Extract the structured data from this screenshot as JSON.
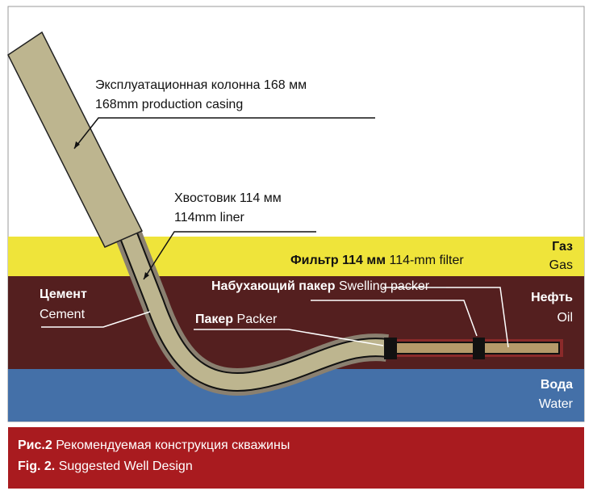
{
  "layers": [
    {
      "name_ru": "Газ",
      "name_en": "Gas",
      "color": "#efe43a"
    },
    {
      "name_ru": "Нефть",
      "name_en": "Oil",
      "color": "#541f1f"
    },
    {
      "name_ru": "Вода",
      "name_en": "Water",
      "color": "#4470a8"
    }
  ],
  "labels": {
    "casing_ru": "Эксплуатационная колонна 168 мм",
    "casing_en": "168mm production casing",
    "liner_ru": "Хвостовик 114 мм",
    "liner_en": "114mm liner",
    "filter_ru": "Фильтр 114 мм",
    "filter_en": "114-mm filter",
    "swelling_ru": "Набухающий пакер",
    "swelling_en": "Swelling packer",
    "cement_ru": "Цемент",
    "cement_en": "Cement",
    "packer_ru": "Пакер",
    "packer_en": "Packer"
  },
  "caption": {
    "ru_prefix": "Рис.2",
    "ru_text": "Рекомендуемая конструкция скважины",
    "en_prefix": "Fig. 2.",
    "en_text": "Suggested Well Design"
  },
  "colors": {
    "casing": "#bdb58f",
    "cement": "#8a8070",
    "caption_bg": "#a91b1f"
  }
}
